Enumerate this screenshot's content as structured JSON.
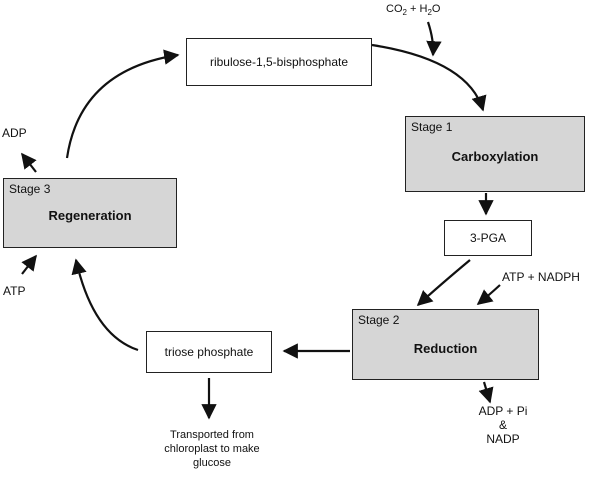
{
  "input": {
    "co2": "CO",
    "co2_sub": "2",
    "plus": " + H",
    "h2o_sub": "2",
    "h2o_tail": "O"
  },
  "ribulose": "ribulose-1,5-bisphosphate",
  "stage1": {
    "tag": "Stage 1",
    "name": "Carboxylation"
  },
  "pga": "3-PGA",
  "atp_nadph": "ATP + NADPH",
  "stage2": {
    "tag": "Stage 2",
    "name": "Reduction"
  },
  "outputs": {
    "line1": "ADP + Pi",
    "line2": "&",
    "line3": "NADP"
  },
  "triose": "triose phosphate",
  "transport": {
    "line1": "Transported from",
    "line2": "chloroplast to make",
    "line3": "glucose"
  },
  "stage3": {
    "tag": "Stage 3",
    "name": "Regeneration"
  },
  "adp": "ADP",
  "atp": "ATP",
  "colors": {
    "stage_fill": "#d6d6d6",
    "border": "#222222",
    "arrow": "#111111"
  }
}
